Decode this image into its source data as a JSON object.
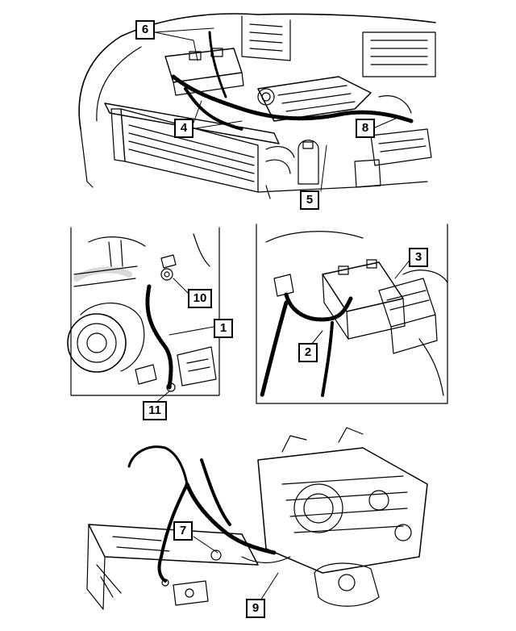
{
  "callouts": [
    {
      "id": "1",
      "label": "1"
    },
    {
      "id": "2",
      "label": "2"
    },
    {
      "id": "3",
      "label": "3"
    },
    {
      "id": "4",
      "label": "4"
    },
    {
      "id": "5",
      "label": "5"
    },
    {
      "id": "6",
      "label": "6"
    },
    {
      "id": "7",
      "label": "7"
    },
    {
      "id": "8",
      "label": "8"
    },
    {
      "id": "9",
      "label": "9"
    },
    {
      "id": "10",
      "label": "10"
    },
    {
      "id": "11",
      "label": "11"
    }
  ],
  "colors": {
    "ink": "#000000",
    "background": "#ffffff"
  }
}
